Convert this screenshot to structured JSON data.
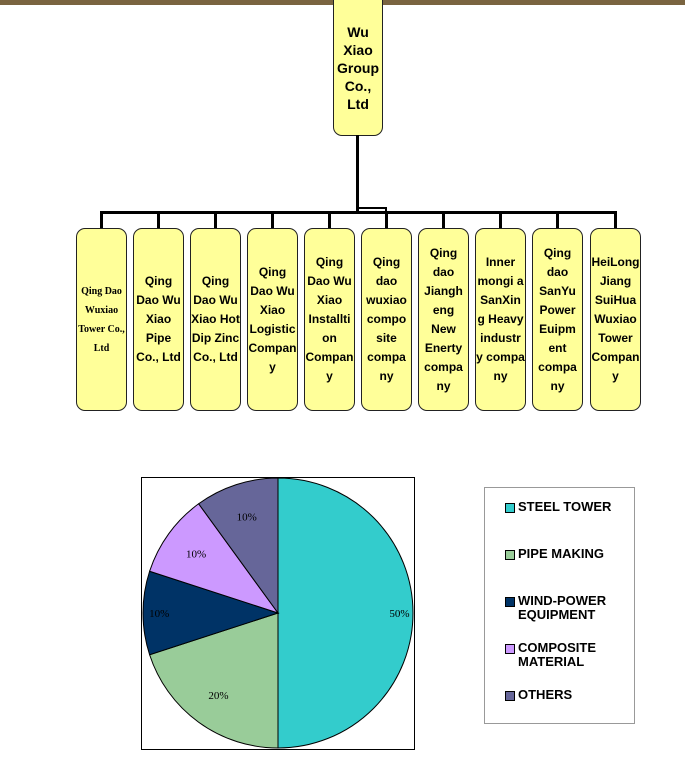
{
  "org_chart": {
    "root": "Wu Xiao Group Co., Ltd",
    "children": [
      "Qing Dao Wuxiao Tower Co., Ltd",
      "Qing Dao Wu Xiao Pipe Co., Ltd",
      "Qing Dao Wu Xiao Hot Dip Zinc Co., Ltd",
      "Qing Dao Wu Xiao Logistic Compan y",
      "Qing Dao Wu Xiao Installti on Compan y",
      "Qing dao wuxiao compo site compa ny",
      "Qing dao Jiangh eng New Enerty compa ny",
      "Inner mongi a SanXin g Heavy industr y compa ny",
      "Qing dao SanYu Power Euipm ent compa ny",
      "HeiLong Jiang SuiHua Wuxiao Tower Compan y"
    ]
  },
  "chart_data": {
    "type": "pie",
    "labels": [
      "STEEL TOWER",
      "PIPE MAKING",
      "WIND-POWER EQUIPMENT",
      "COMPOSITE MATERIAL",
      "OTHERS"
    ],
    "values": [
      50,
      20,
      10,
      10,
      10
    ],
    "data_labels": [
      "50%",
      "20%",
      "10%",
      "10%",
      "10%"
    ],
    "colors": [
      "#33cccc",
      "#99cc99",
      "#003366",
      "#cc99ff",
      "#666699"
    ],
    "legend_position": "right"
  }
}
